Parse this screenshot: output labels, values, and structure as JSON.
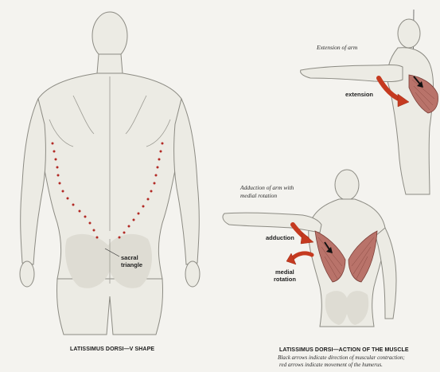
{
  "left_figure": {
    "label_sacral_line1": "sacral",
    "label_sacral_line2": "triangle",
    "caption": "LATISSIMUS DORSI—V SHAPE"
  },
  "right_top_figure": {
    "italic_label": "Extension of arm",
    "bold_label": "extension"
  },
  "right_bottom_figure": {
    "italic_label_line1": "Adduction of arm with",
    "italic_label_line2": "medial rotation",
    "label_adduction": "adduction",
    "label_medial_line1": "medial",
    "label_medial_line2": "rotation",
    "caption": "LATISSIMUS DORSI—ACTION OF THE MUSCLE",
    "caption_note_line1": "Black arrows indicate direction of muscular contraction;",
    "caption_note_line2": "red arrows indicate movement of the humerus."
  },
  "colors": {
    "background": "#f4f3ef",
    "muscle": "#b9736a",
    "red_arrow": "#c53a20",
    "dot_line": "#b22a25"
  }
}
